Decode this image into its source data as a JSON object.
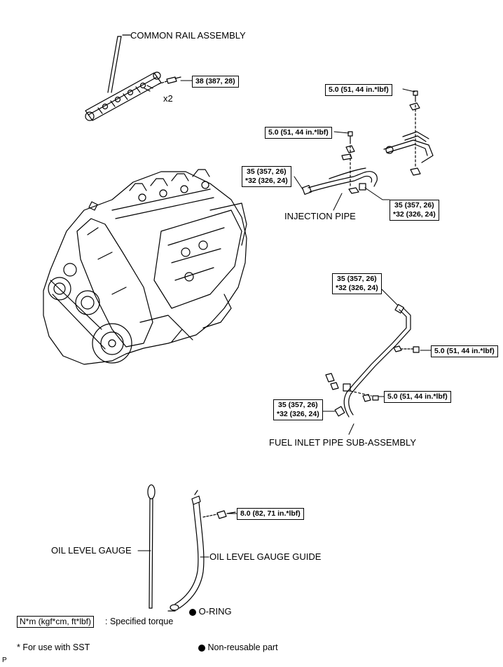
{
  "labels": {
    "common_rail": "COMMON RAIL ASSEMBLY",
    "injection_pipe": "INJECTION PIPE",
    "fuel_inlet_pipe": "FUEL INLET PIPE SUB-ASSEMBLY",
    "oil_level_gauge": "OIL LEVEL GAUGE",
    "oil_level_gauge_guide": "OIL LEVEL GAUGE GUIDE",
    "o_ring": "O-RING",
    "x2": "x2",
    "page_code": "P"
  },
  "torque": {
    "rail_bolt": "38 (387, 28)",
    "inj_clamp_upper": "5.0 (51, 44 in.*lbf)",
    "inj_clamp_lower": "5.0 (51, 44 in.*lbf)",
    "inj_nut_left": [
      "35 (357, 26)",
      "*32 (326, 24)"
    ],
    "inj_nut_right": [
      "35 (357, 26)",
      "*32 (326, 24)"
    ],
    "fuel_nut_upper": [
      "35 (357, 26)",
      "*32 (326, 24)"
    ],
    "fuel_clamp_upper": "5.0 (51, 44 in.*lbf)",
    "fuel_clamp_lower": "5.0 (51, 44 in.*lbf)",
    "fuel_nut_lower": [
      "35 (357, 26)",
      "*32 (326, 24)"
    ],
    "gauge_guide_bolt": "8.0 (82, 71 in.*lbf)"
  },
  "legend": {
    "unit_box": "N*m (kgf*cm, ft*lbf)",
    "unit_text": ": Specified torque",
    "sst_note": "* For use with SST",
    "non_reusable": "Non-reusable part"
  }
}
